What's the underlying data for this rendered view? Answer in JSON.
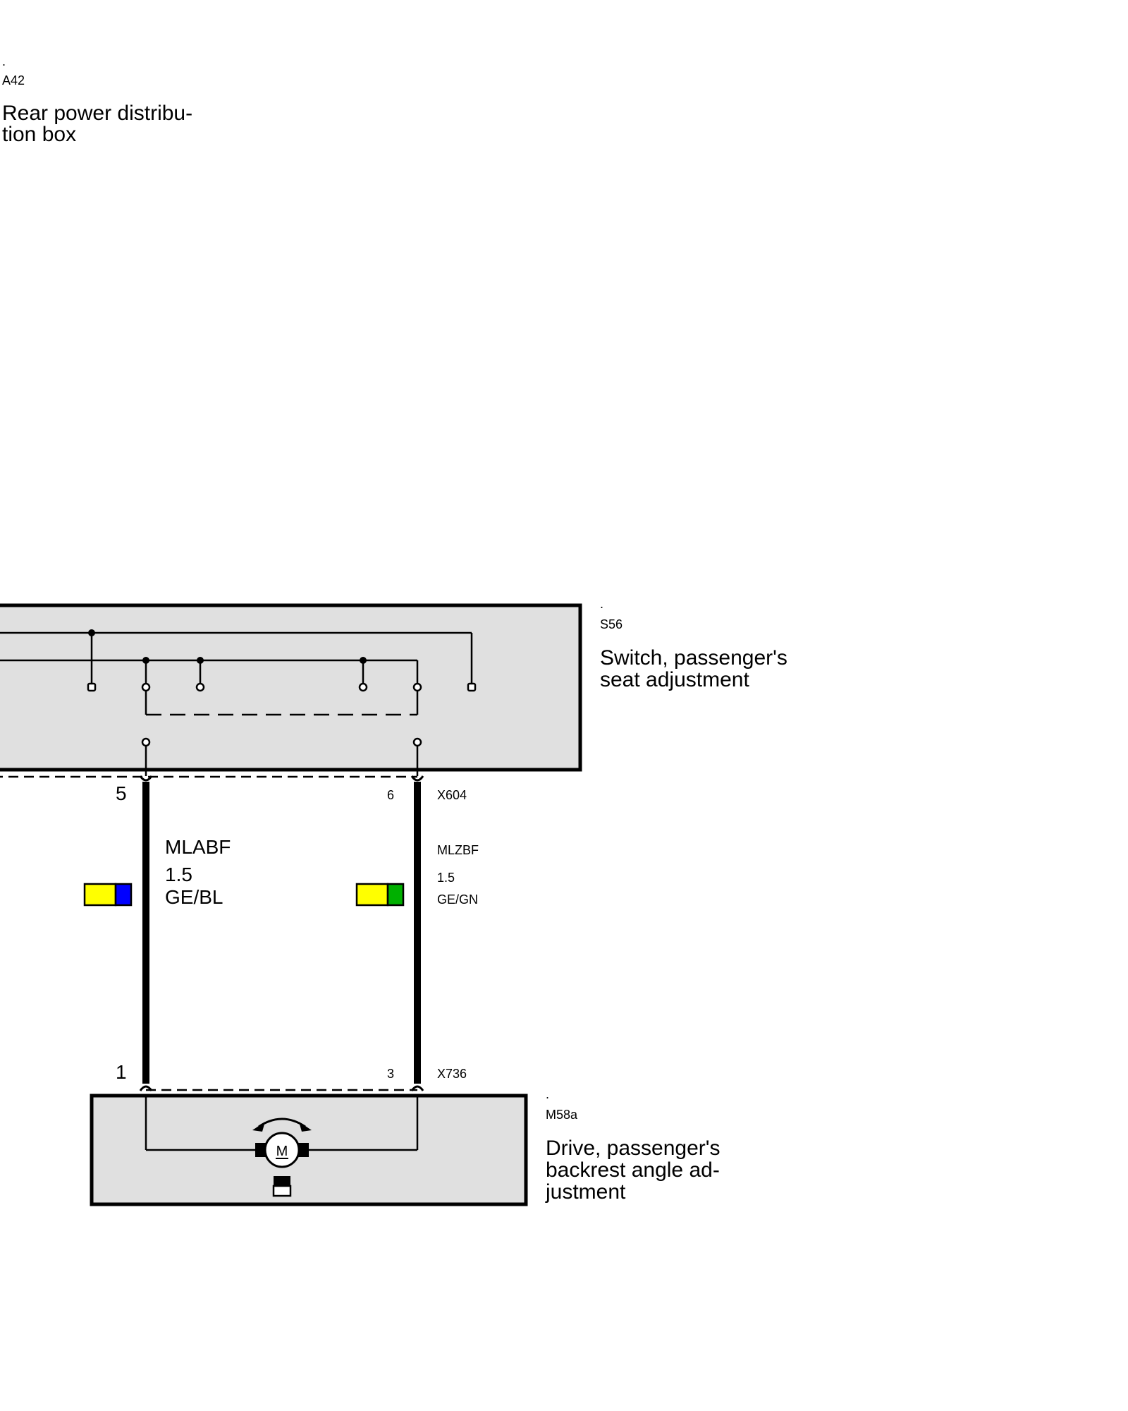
{
  "components": {
    "a42": {
      "dot": ".",
      "code": "A42",
      "name_line1": "Rear power distribu-",
      "name_line2": "tion box"
    },
    "s56": {
      "dot": ".",
      "code": "S56",
      "name_line1": "Switch, passenger's",
      "name_line2": "seat adjustment"
    },
    "m58a": {
      "dot": ".",
      "code": "M58a",
      "name_line1": "Drive, passenger's",
      "name_line2": "backrest angle ad-",
      "name_line3": "justment",
      "motor_letter": "M"
    }
  },
  "connectors": {
    "x604": {
      "code": "X604",
      "pin_left": "5",
      "pin_right": "6"
    },
    "x736": {
      "code": "X736",
      "pin_left": "1",
      "pin_right": "3"
    }
  },
  "wires": {
    "left": {
      "name": "MLABF",
      "size": "1.5",
      "color_code": "GE/BL",
      "colors": [
        "#ffff00",
        "#0000ff"
      ]
    },
    "right": {
      "name": "MLZBF",
      "size": "1.5",
      "color_code": "GE/GN",
      "colors": [
        "#ffff00",
        "#00b000"
      ]
    }
  },
  "palette": {
    "box_fill": "#e0e0e0",
    "stroke": "#000000"
  }
}
